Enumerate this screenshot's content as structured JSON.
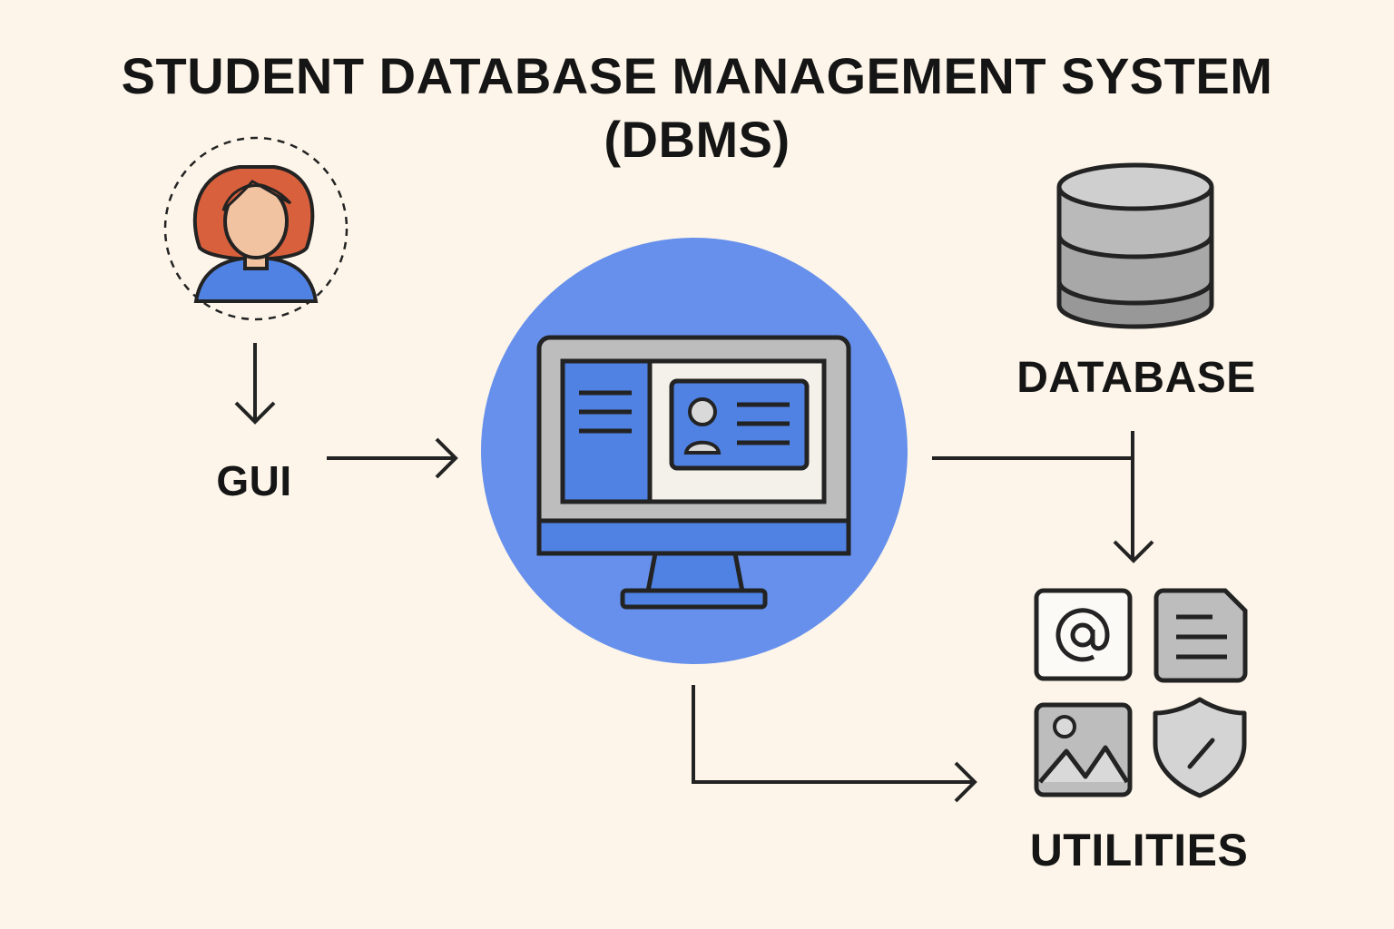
{
  "diagram": {
    "title_line1": "STUDENT DATABASE MANAGEMENT SYSTEM",
    "title_line2": "(DBMS)",
    "labels": {
      "gui": "GUI",
      "database": "DATABASE",
      "utilities": "UTILITIES"
    },
    "icons": {
      "user": "user-avatar-icon",
      "computer": "computer-monitor-icon",
      "database": "database-cylinder-icon",
      "utilities": [
        "email-icon",
        "document-icon",
        "image-icon",
        "shield-icon"
      ]
    },
    "colors": {
      "background": "#fdf5e9",
      "accent_blue": "#6690ec",
      "screen_blue": "#4f82e3",
      "hair": "#d8603c",
      "skin": "#f2c3a1",
      "gray_icon": "#bdbdbd",
      "outline": "#232323"
    }
  }
}
